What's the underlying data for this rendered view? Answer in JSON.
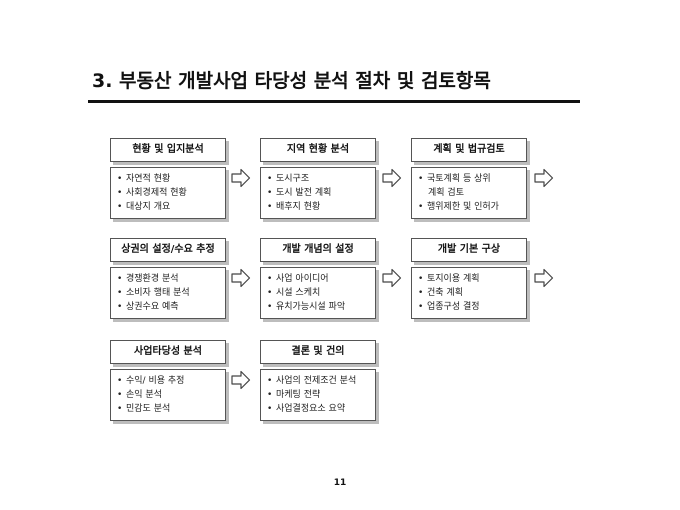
{
  "title": "3. 부동산 개발사업 타당성 분석 절차 및 검토항목",
  "steps": [
    {
      "title": "현황 및 입지분석",
      "items": [
        "자연적 현황",
        "사회경제적 현황",
        "대상지 개요"
      ]
    },
    {
      "title": "지역 현황 분석",
      "items": [
        "도시구조",
        "도시 발전 계획",
        "배후지 현황"
      ]
    },
    {
      "title": "계획 및 법규검토",
      "items": [
        "국토계획 등 상위",
        "계획 검토",
        "행위제한 및 인허가"
      ]
    },
    {
      "title": "상권의 설정/수요 추정",
      "items": [
        "경쟁환경 분석",
        "소비자 행태 분석",
        "상권수요 예측"
      ]
    },
    {
      "title": "개발 개념의 설정",
      "items": [
        "사업 아이디어",
        "시설 스케치",
        "유치가능시설 파악"
      ]
    },
    {
      "title": "개발 기본 구상",
      "items": [
        "토지이용 계획",
        "건축 계획",
        "업종구성 결정"
      ]
    },
    {
      "title": "사업타당성 분석",
      "items": [
        "수익/ 비용 추정",
        "손익 분석",
        "민감도 분석"
      ]
    },
    {
      "title": "결론 및 건의",
      "items": [
        "사업의 전제조건 분석",
        "마케팅 전략",
        "사업결정요소 요약"
      ]
    }
  ],
  "bullet_char": "•",
  "arrow_icon": "hollow-right-arrow-icon",
  "page_number": "11"
}
